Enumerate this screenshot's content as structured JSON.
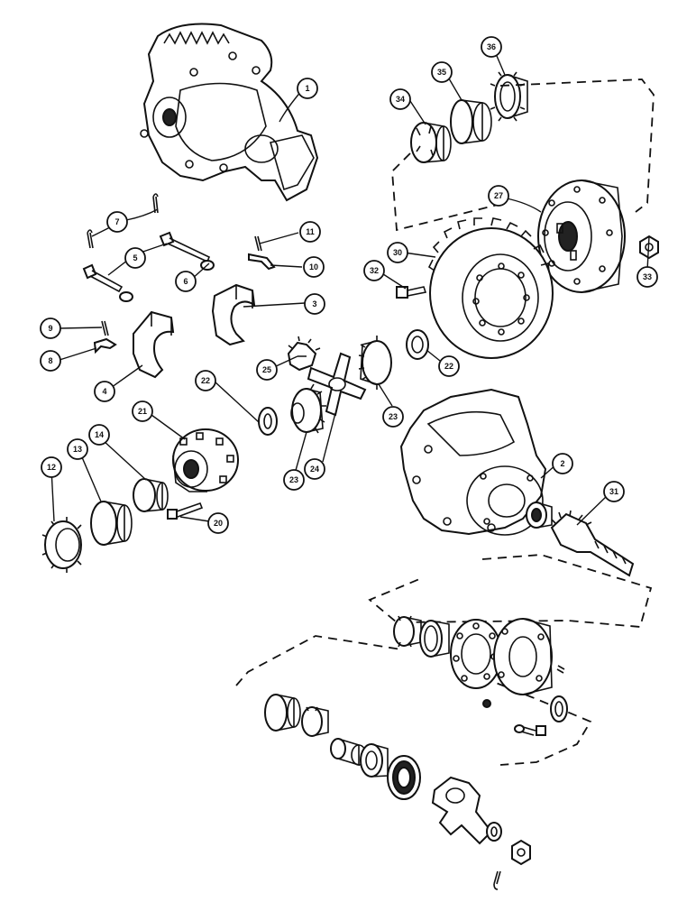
{
  "callouts": [
    "1",
    "2",
    "3",
    "4",
    "5",
    "6",
    "7",
    "8",
    "9",
    "10",
    "11",
    "12",
    "13",
    "14",
    "20",
    "21",
    "22",
    "22",
    "23",
    "23",
    "24",
    "25",
    "27",
    "30",
    "31",
    "32",
    "33",
    "34",
    "35",
    "36"
  ]
}
